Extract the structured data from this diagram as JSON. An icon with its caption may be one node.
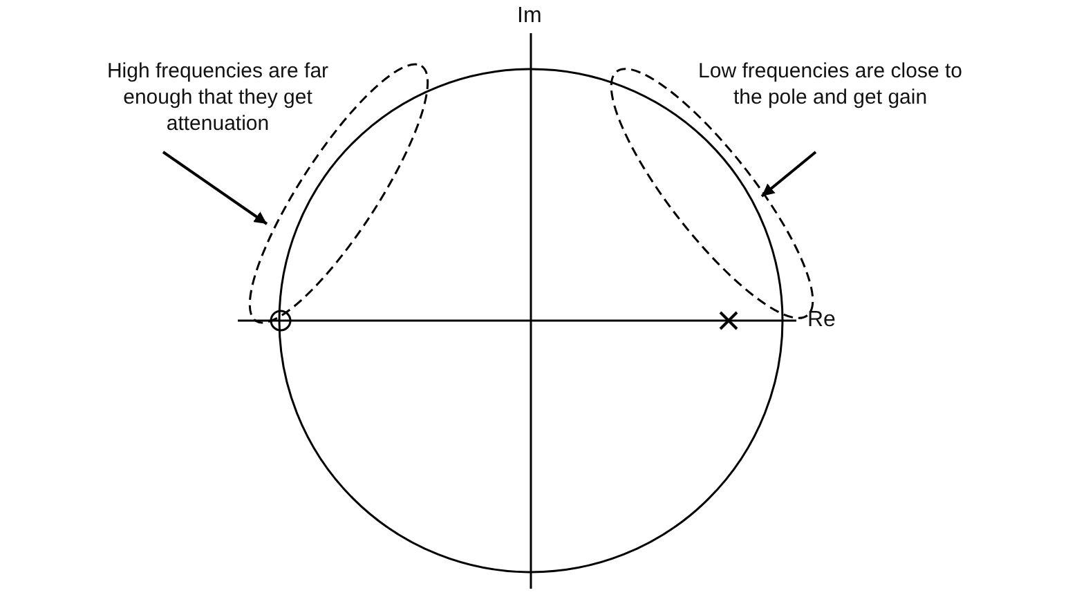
{
  "diagram": {
    "nodes": [
      {
        "text": [
          "High frequencies are far enough that they get attenuation"
        ]
      },
      {
        "text": [],
        "shape": "ellipse"
      },
      {
        "text": [
          "Low frequencies are close to the pole and get gain"
        ]
      },
      {
        "text": [],
        "shape": "ellipse"
      }
    ],
    "edges": [
      {
        "from": 0,
        "to": 1,
        "arrow": "to"
      },
      {
        "from": 2,
        "to": 3,
        "arrow": "to"
      }
    ],
    "labels": [
      "Im",
      "Re"
    ]
  }
}
